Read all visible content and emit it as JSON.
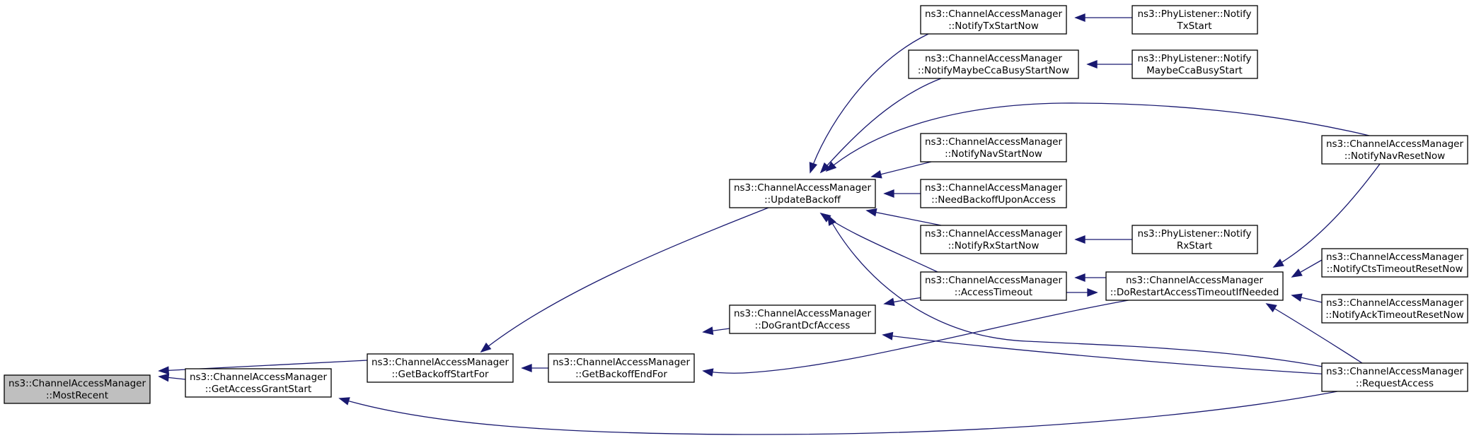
{
  "diagram": {
    "nodes": {
      "most_recent": {
        "line1": "ns3::ChannelAccessManager",
        "line2": "::MostRecent"
      },
      "get_access_grant_start": {
        "line1": "ns3::ChannelAccessManager",
        "line2": "::GetAccessGrantStart"
      },
      "get_backoff_start_for": {
        "line1": "ns3::ChannelAccessManager",
        "line2": "::GetBackoffStartFor"
      },
      "get_backoff_end_for": {
        "line1": "ns3::ChannelAccessManager",
        "line2": "::GetBackoffEndFor"
      },
      "update_backoff": {
        "line1": "ns3::ChannelAccessManager",
        "line2": "::UpdateBackoff"
      },
      "do_grant_dcf_access": {
        "line1": "ns3::ChannelAccessManager",
        "line2": "::DoGrantDcfAccess"
      },
      "notify_tx_start_now": {
        "line1": "ns3::ChannelAccessManager",
        "line2": "::NotifyTxStartNow"
      },
      "notify_maybe_cca_busy_start_now": {
        "line1": "ns3::ChannelAccessManager",
        "line2": "::NotifyMaybeCcaBusyStartNow"
      },
      "notify_nav_start_now": {
        "line1": "ns3::ChannelAccessManager",
        "line2": "::NotifyNavStartNow"
      },
      "need_backoff_upon_access": {
        "line1": "ns3::ChannelAccessManager",
        "line2": "::NeedBackoffUponAccess"
      },
      "notify_rx_start_now": {
        "line1": "ns3::ChannelAccessManager",
        "line2": "::NotifyRxStartNow"
      },
      "access_timeout": {
        "line1": "ns3::ChannelAccessManager",
        "line2": "::AccessTimeout"
      },
      "phy_notify_tx_start": {
        "line1": "ns3::PhyListener::Notify",
        "line2": "TxStart"
      },
      "phy_notify_maybe_cca_busy_start": {
        "line1": "ns3::PhyListener::Notify",
        "line2": "MaybeCcaBusyStart"
      },
      "phy_notify_rx_start": {
        "line1": "ns3::PhyListener::Notify",
        "line2": "RxStart"
      },
      "do_restart_access_timeout_if_needed": {
        "line1": "ns3::ChannelAccessManager",
        "line2": "::DoRestartAccessTimeoutIfNeeded"
      },
      "notify_nav_reset_now": {
        "line1": "ns3::ChannelAccessManager",
        "line2": "::NotifyNavResetNow"
      },
      "notify_cts_timeout_reset_now": {
        "line1": "ns3::ChannelAccessManager",
        "line2": "::NotifyCtsTimeoutResetNow"
      },
      "notify_ack_timeout_reset_now": {
        "line1": "ns3::ChannelAccessManager",
        "line2": "::NotifyAckTimeoutResetNow"
      },
      "request_access": {
        "line1": "ns3::ChannelAccessManager",
        "line2": "::RequestAccess"
      }
    },
    "edges": [
      [
        "get_backoff_start_for",
        "most_recent"
      ],
      [
        "get_access_grant_start",
        "most_recent"
      ],
      [
        "get_backoff_end_for",
        "get_backoff_start_for"
      ],
      [
        "update_backoff",
        "get_backoff_start_for"
      ],
      [
        "request_access",
        "get_access_grant_start"
      ],
      [
        "do_grant_dcf_access",
        "get_backoff_end_for"
      ],
      [
        "do_restart_access_timeout_if_needed",
        "get_backoff_end_for"
      ],
      [
        "access_timeout",
        "do_grant_dcf_access"
      ],
      [
        "request_access",
        "do_grant_dcf_access"
      ],
      [
        "notify_tx_start_now",
        "update_backoff"
      ],
      [
        "notify_maybe_cca_busy_start_now",
        "update_backoff"
      ],
      [
        "notify_nav_reset_now",
        "update_backoff"
      ],
      [
        "notify_nav_start_now",
        "update_backoff"
      ],
      [
        "need_backoff_upon_access",
        "update_backoff"
      ],
      [
        "notify_rx_start_now",
        "update_backoff"
      ],
      [
        "access_timeout",
        "update_backoff"
      ],
      [
        "request_access",
        "update_backoff"
      ],
      [
        "phy_notify_tx_start",
        "notify_tx_start_now"
      ],
      [
        "phy_notify_maybe_cca_busy_start",
        "notify_maybe_cca_busy_start_now"
      ],
      [
        "phy_notify_rx_start",
        "notify_rx_start_now"
      ],
      [
        "do_restart_access_timeout_if_needed",
        "access_timeout"
      ],
      [
        "access_timeout",
        "do_restart_access_timeout_if_needed"
      ],
      [
        "notify_nav_reset_now",
        "do_restart_access_timeout_if_needed"
      ],
      [
        "notify_cts_timeout_reset_now",
        "do_restart_access_timeout_if_needed"
      ],
      [
        "notify_ack_timeout_reset_now",
        "do_restart_access_timeout_if_needed"
      ],
      [
        "request_access",
        "do_restart_access_timeout_if_needed"
      ]
    ]
  }
}
